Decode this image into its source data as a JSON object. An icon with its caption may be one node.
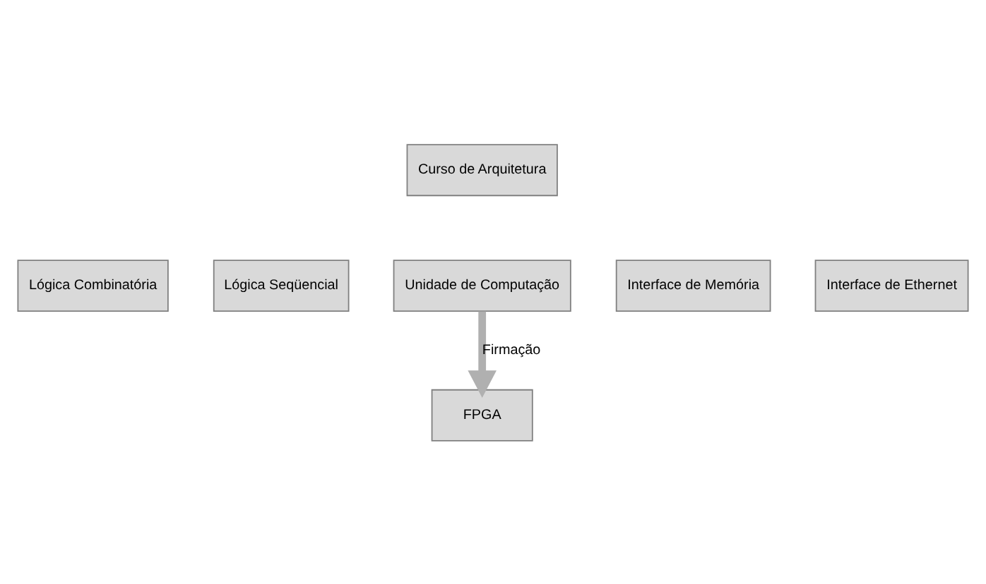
{
  "diagram": {
    "nodes": [
      {
        "text": [
          "Curso de Arquitetura"
        ]
      },
      {
        "text": [
          "Lógica Combinatória"
        ]
      },
      {
        "text": [
          "Lógica Seqüencial"
        ]
      },
      {
        "text": [
          "Unidade de Computação"
        ]
      },
      {
        "text": [
          "Interface de Memória"
        ]
      },
      {
        "text": [
          "Interface de Ethernet"
        ]
      },
      {
        "text": [
          "FPGA"
        ]
      }
    ],
    "edges": [
      {
        "from": 3,
        "to": 6,
        "arrow": "to",
        "label": "Firmação"
      }
    ]
  }
}
